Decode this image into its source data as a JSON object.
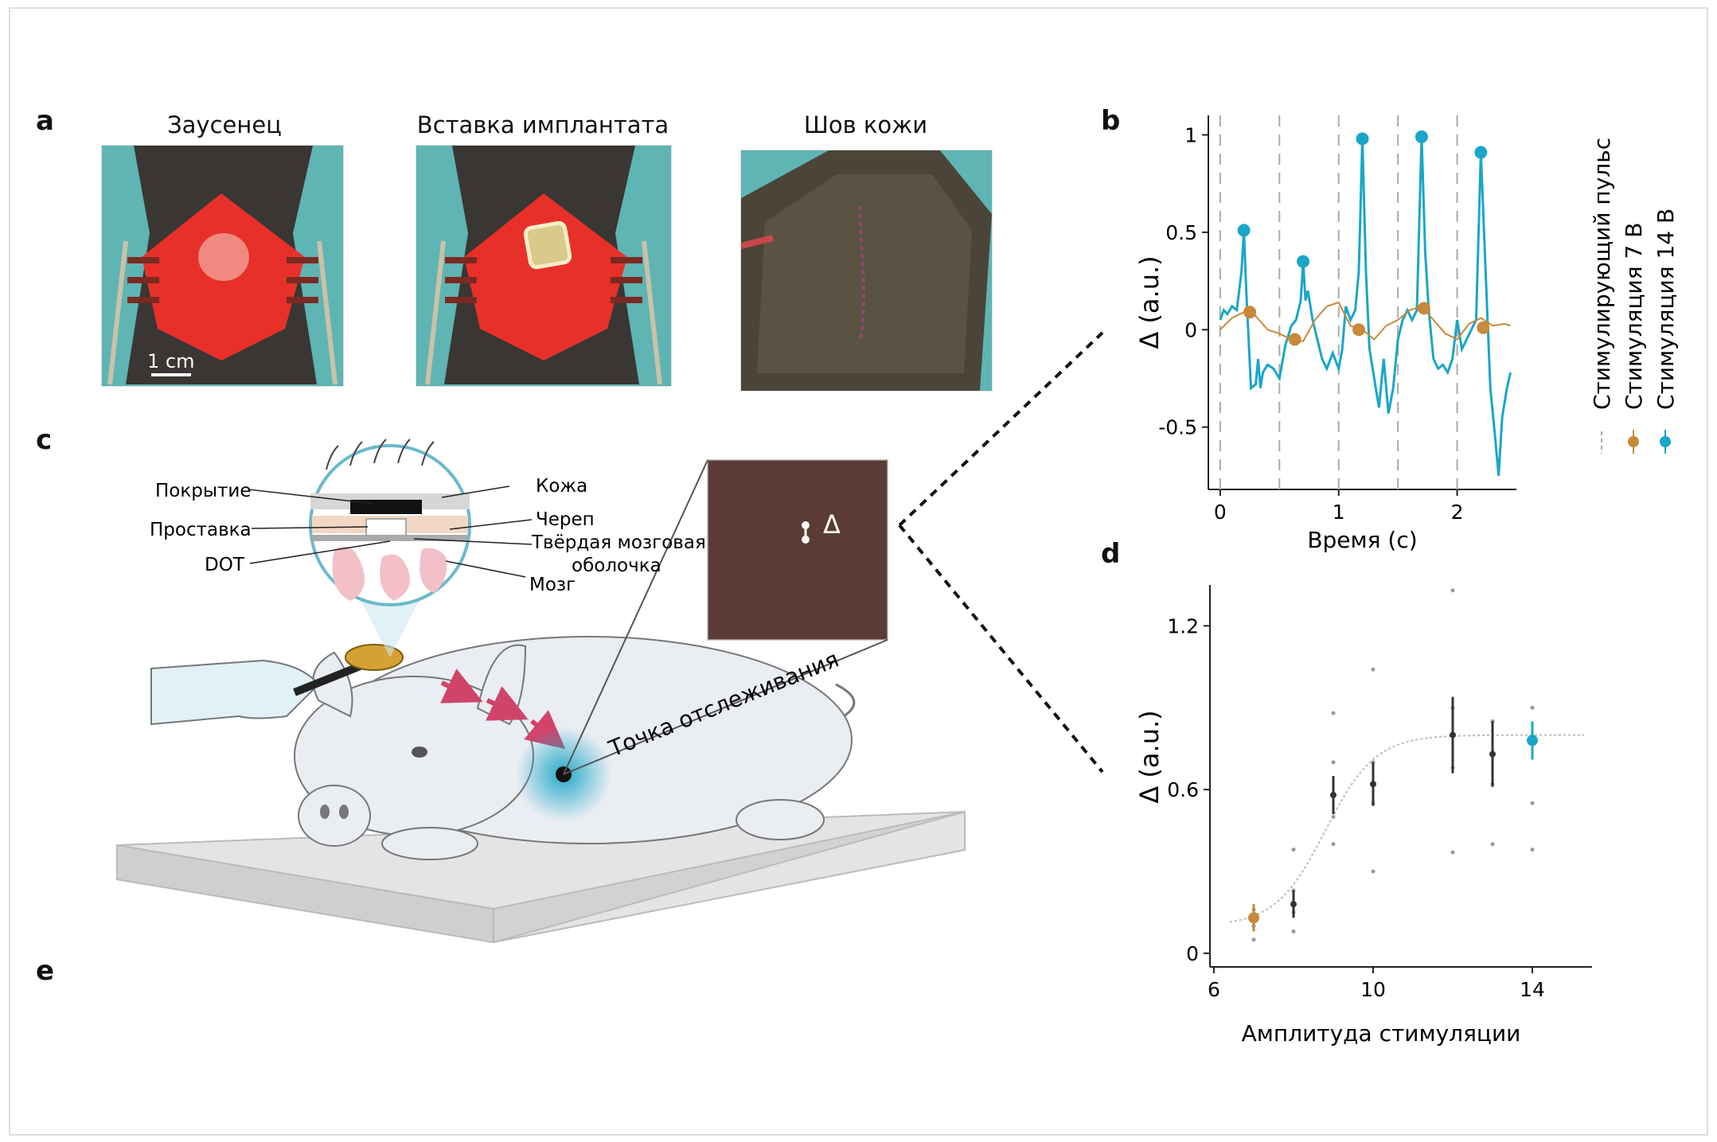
{
  "panels": {
    "a": "a",
    "b": "b",
    "c": "c",
    "d": "d",
    "e": "e"
  },
  "panel_a": {
    "titles": [
      "Заусенец",
      "Вставка имплантата",
      "Шов кожи"
    ],
    "scale_bar": "1 cm"
  },
  "panel_c": {
    "labels": {
      "cover": "Покрытие",
      "skin": "Кожа",
      "spacer": "Проставка",
      "skull": "Череп",
      "dura_line1": "Твёрдая мозговая",
      "dura_line2": "оболочка",
      "dot": "DOT",
      "brain": "Мозг",
      "tracking_point": "Точка отслеживания",
      "delta_symbol": "Δ"
    }
  },
  "colors": {
    "stim_7v": "#c8893a",
    "stim_14v": "#1aa6c8",
    "pulse": "#aaaaaa",
    "tissue_red": "#e8302a",
    "drape_teal": "#5fb4b4",
    "pig": "#eaedf2",
    "table": "#e4e4e4"
  },
  "chart_data": [
    {
      "id": "b",
      "type": "line",
      "xlabel": "Время (с)",
      "ylabel": "Δ (a.u.)",
      "xlim": [
        -0.1,
        2.5
      ],
      "ylim": [
        -0.82,
        1.1
      ],
      "xticks": [
        0,
        1,
        2
      ],
      "yticks": [
        1,
        0.5,
        0,
        -0.5
      ],
      "ytick_labels": [
        "1",
        "0.5",
        "0",
        "-0.5"
      ],
      "pulse_times": [
        0,
        0.5,
        1.0,
        1.5,
        2.0
      ],
      "legend": [
        {
          "label": "Стимулирующий пульс",
          "color": "#aaaaaa",
          "style": "dashed"
        },
        {
          "label": "Стимуляция 7 В",
          "color": "#c8893a",
          "style": "dot-line"
        },
        {
          "label": "Стимуляция 14 В",
          "color": "#1aa6c8",
          "style": "dot-line"
        }
      ],
      "series": [
        {
          "name": "Стимуляция 14 В",
          "color": "#1aa6c8",
          "x": [
            0.0,
            0.03,
            0.06,
            0.1,
            0.14,
            0.18,
            0.2,
            0.22,
            0.26,
            0.3,
            0.32,
            0.34,
            0.36,
            0.4,
            0.45,
            0.5,
            0.55,
            0.6,
            0.64,
            0.68,
            0.7,
            0.72,
            0.74,
            0.78,
            0.82,
            0.86,
            0.9,
            0.95,
            1.0,
            1.03,
            1.06,
            1.1,
            1.14,
            1.17,
            1.2,
            1.23,
            1.26,
            1.3,
            1.34,
            1.38,
            1.42,
            1.46,
            1.5,
            1.54,
            1.58,
            1.62,
            1.66,
            1.7,
            1.73,
            1.76,
            1.8,
            1.84,
            1.88,
            1.92,
            1.96,
            2.0,
            2.04,
            2.08,
            2.12,
            2.16,
            2.2,
            2.24,
            2.28,
            2.32,
            2.35,
            2.38,
            2.42,
            2.45
          ],
          "y": [
            0.05,
            0.1,
            0.08,
            0.12,
            0.1,
            0.3,
            0.51,
            0.2,
            -0.3,
            -0.28,
            -0.15,
            -0.3,
            -0.22,
            -0.18,
            -0.2,
            -0.25,
            -0.08,
            0.02,
            0.05,
            0.15,
            0.35,
            0.15,
            0.2,
            0.05,
            -0.05,
            -0.15,
            -0.2,
            -0.12,
            -0.2,
            -0.1,
            0.12,
            0.05,
            0.1,
            0.3,
            0.98,
            0.3,
            -0.1,
            -0.25,
            -0.4,
            -0.15,
            -0.43,
            -0.3,
            -0.05,
            0.05,
            0.1,
            0.05,
            0.1,
            0.99,
            0.4,
            0.1,
            -0.15,
            -0.2,
            -0.18,
            -0.22,
            -0.15,
            0.05,
            -0.1,
            -0.05,
            0.0,
            0.05,
            0.91,
            0.3,
            -0.3,
            -0.55,
            -0.75,
            -0.45,
            -0.3,
            -0.22
          ]
        },
        {
          "name": "Стимуляция 7 В",
          "color": "#c8893a",
          "x": [
            0.0,
            0.1,
            0.2,
            0.3,
            0.4,
            0.5,
            0.6,
            0.7,
            0.8,
            0.9,
            1.0,
            1.1,
            1.2,
            1.3,
            1.4,
            1.5,
            1.6,
            1.7,
            1.8,
            1.9,
            2.0,
            2.1,
            2.2,
            2.3,
            2.4,
            2.45
          ],
          "y": [
            0.0,
            0.06,
            0.09,
            0.07,
            0.0,
            -0.02,
            -0.05,
            -0.06,
            0.05,
            0.12,
            0.14,
            0.02,
            0.0,
            -0.05,
            0.02,
            0.05,
            0.1,
            0.12,
            0.05,
            -0.02,
            -0.05,
            0.03,
            0.06,
            0.02,
            0.03,
            0.02
          ]
        }
      ],
      "markers": {
        "Стимуляция 14 В": [
          [
            0.2,
            0.51
          ],
          [
            0.7,
            0.35
          ],
          [
            1.2,
            0.98
          ],
          [
            1.7,
            0.99
          ],
          [
            2.2,
            0.91
          ]
        ],
        "Стимуляция 7 В": [
          [
            0.25,
            0.09
          ],
          [
            0.63,
            -0.05
          ],
          [
            1.17,
            0.0
          ],
          [
            1.72,
            0.11
          ],
          [
            2.22,
            0.01
          ]
        ]
      }
    },
    {
      "id": "d",
      "type": "scatter",
      "xlabel": "Амплитуда стимуляции",
      "ylabel": "Δ (a.u.)",
      "xlim": [
        5.9,
        15.5
      ],
      "ylim": [
        -0.05,
        1.35
      ],
      "xticks": [
        6,
        10,
        14
      ],
      "yticks": [
        0,
        0.6,
        1.2
      ],
      "ytick_labels": [
        "0",
        "0.6",
        "1.2"
      ],
      "fit_curve": {
        "asymptote": 0.8,
        "midpoint": 8.8,
        "slope": 1.6,
        "baseline": 0.1
      },
      "means": [
        {
          "x": 7,
          "y": 0.13,
          "err": 0.05,
          "color": "#c8893a"
        },
        {
          "x": 8,
          "y": 0.18,
          "err": 0.05,
          "color": "#333333"
        },
        {
          "x": 9,
          "y": 0.58,
          "err": 0.07,
          "color": "#333333"
        },
        {
          "x": 10,
          "y": 0.62,
          "err": 0.08,
          "color": "#333333"
        },
        {
          "x": 12,
          "y": 0.8,
          "err": 0.14,
          "color": "#333333"
        },
        {
          "x": 13,
          "y": 0.73,
          "err": 0.12,
          "color": "#333333"
        },
        {
          "x": 14,
          "y": 0.78,
          "err": 0.07,
          "color": "#1aa6c8"
        }
      ],
      "raw_points": [
        [
          7,
          0.05
        ],
        [
          7,
          0.1
        ],
        [
          7,
          0.16
        ],
        [
          8,
          0.08
        ],
        [
          8,
          0.23
        ],
        [
          8,
          0.38
        ],
        [
          8,
          0.15
        ],
        [
          9,
          0.4
        ],
        [
          9,
          0.5
        ],
        [
          9,
          0.7
        ],
        [
          9,
          0.88
        ],
        [
          10,
          0.3
        ],
        [
          10,
          0.55
        ],
        [
          10,
          0.7
        ],
        [
          10,
          1.04
        ],
        [
          12,
          0.37
        ],
        [
          12,
          0.68
        ],
        [
          12,
          0.9
        ],
        [
          12,
          1.33
        ],
        [
          13,
          0.4
        ],
        [
          13,
          0.62
        ],
        [
          13,
          0.85
        ],
        [
          14,
          0.38
        ],
        [
          14,
          0.55
        ],
        [
          14,
          0.9
        ]
      ]
    }
  ]
}
